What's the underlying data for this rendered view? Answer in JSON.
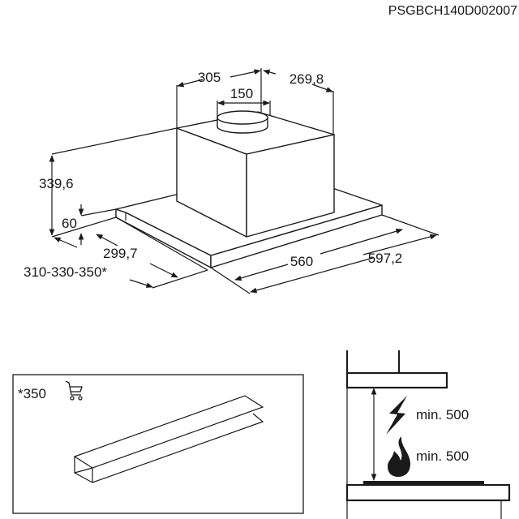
{
  "document_code": "PSGBCH140D002007",
  "hood_dimensions": {
    "width_top": "305",
    "depth_top": "269,8",
    "duct_diameter": "150",
    "height_total": "339,6",
    "plate_height": "60",
    "depth_plate": "299,7",
    "depth_options": "310-330-350*",
    "width_inner": "560",
    "width_outer": "597,2"
  },
  "accessory_box": {
    "label": "*350",
    "icon": "shopping-cart-icon"
  },
  "clearance": {
    "electric_label": "min. 500",
    "electric_icon": "lightning-icon",
    "gas_label": "min. 500",
    "gas_icon": "flame-icon"
  }
}
